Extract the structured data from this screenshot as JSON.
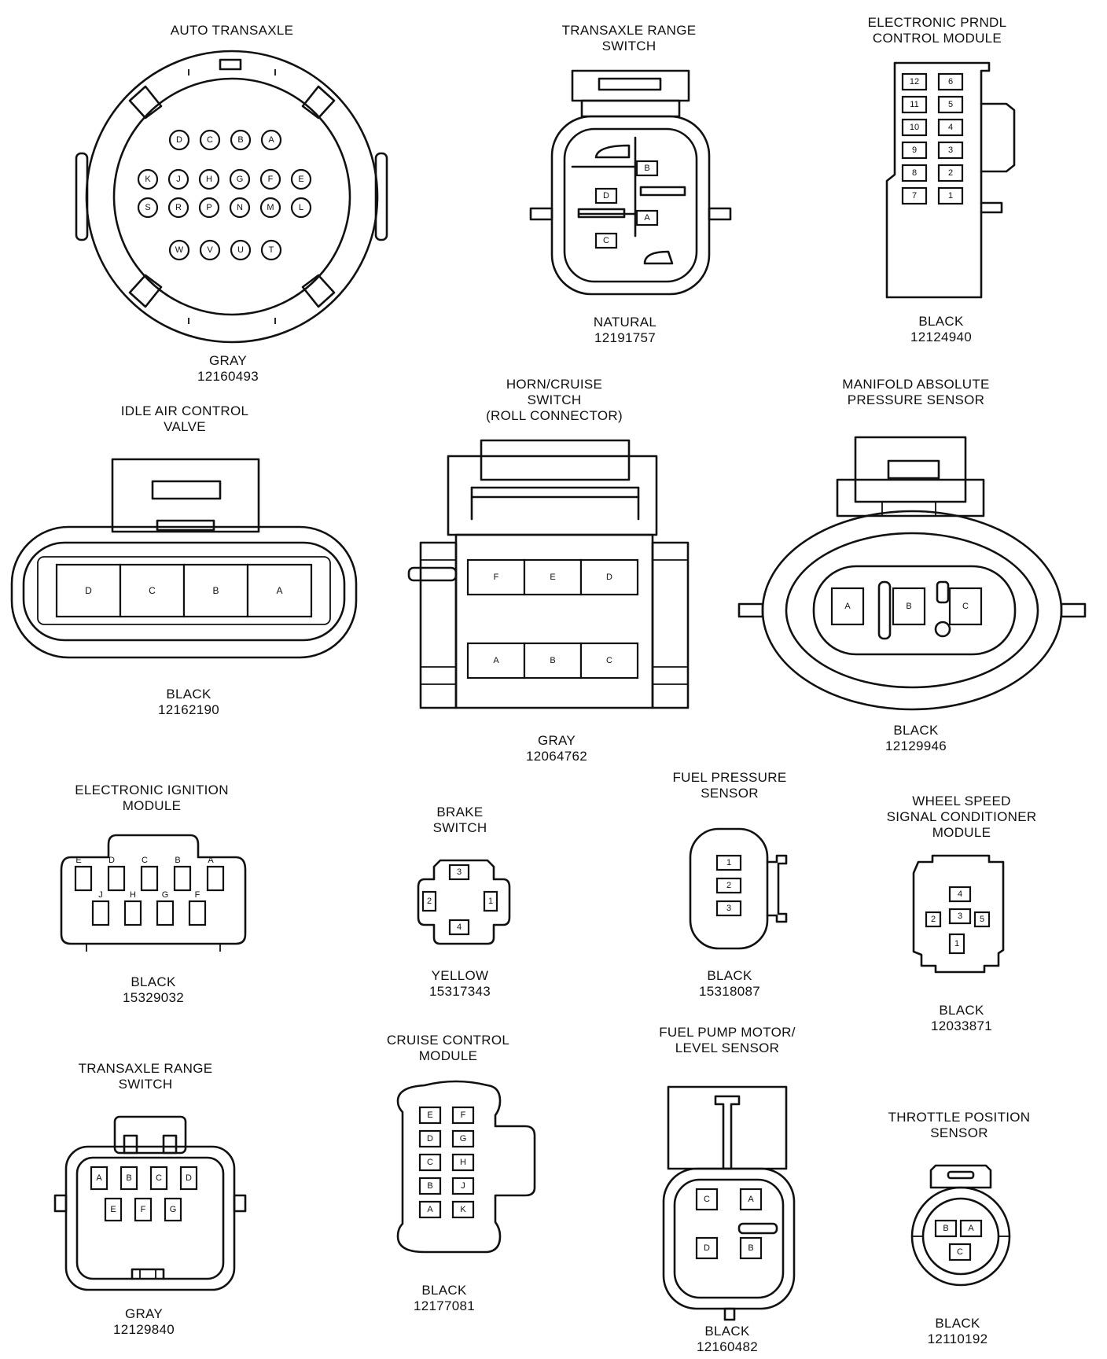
{
  "connectors": {
    "auto_transaxle": {
      "title": [
        "AUTO TRANSAXLE"
      ],
      "color": "GRAY",
      "part": "12160493",
      "pins": [
        [
          "D",
          "C",
          "B",
          "A"
        ],
        [
          "K",
          "J",
          "H",
          "G",
          "F",
          "E"
        ],
        [
          "S",
          "R",
          "P",
          "N",
          "M",
          "L"
        ],
        [
          "W",
          "V",
          "U",
          "T"
        ]
      ]
    },
    "transaxle_range_switch_top": {
      "title": [
        "TRANSAXLE RANGE",
        "SWITCH"
      ],
      "color": "NATURAL",
      "part": "12191757",
      "pins": [
        "B",
        "D",
        "A",
        "C"
      ]
    },
    "prndl_module": {
      "title": [
        "ELECTRONIC PRNDL",
        "CONTROL MODULE"
      ],
      "color": "BLACK",
      "part": "12124940",
      "pins": [
        [
          "12",
          "6"
        ],
        [
          "11",
          "5"
        ],
        [
          "10",
          "4"
        ],
        [
          "9",
          "3"
        ],
        [
          "8",
          "2"
        ],
        [
          "7",
          "1"
        ]
      ]
    },
    "idle_air_control": {
      "title": [
        "IDLE AIR CONTROL",
        "VALVE"
      ],
      "color": "BLACK",
      "part": "12162190",
      "pins": [
        "D",
        "C",
        "B",
        "A"
      ]
    },
    "horn_cruise_switch": {
      "title": [
        "HORN/CRUISE",
        "SWITCH",
        "(ROLL CONNECTOR)"
      ],
      "color": "GRAY",
      "part": "12064762",
      "pins": [
        [
          "F",
          "E",
          "D"
        ],
        [
          "A",
          "B",
          "C"
        ]
      ]
    },
    "map_sensor": {
      "title": [
        "MANIFOLD ABSOLUTE",
        "PRESSURE SENSOR"
      ],
      "color": "BLACK",
      "part": "12129946",
      "pins": [
        "A",
        "B",
        "C"
      ]
    },
    "ignition_module": {
      "title": [
        "ELECTRONIC IGNITION",
        "MODULE"
      ],
      "color": "BLACK",
      "part": "15329032",
      "pins": [
        [
          "E",
          "D",
          "C",
          "B",
          "A"
        ],
        [
          "J",
          "H",
          "G",
          "F"
        ]
      ]
    },
    "brake_switch": {
      "title": [
        "BRAKE",
        "SWITCH"
      ],
      "color": "YELLOW",
      "part": "15317343",
      "pins": [
        "3",
        "2",
        "1",
        "4"
      ]
    },
    "fuel_pressure_sensor": {
      "title": [
        "FUEL PRESSURE",
        "SENSOR"
      ],
      "color": "BLACK",
      "part": "15318087",
      "pins": [
        "1",
        "2",
        "3"
      ]
    },
    "wheel_speed_module": {
      "title": [
        "WHEEL SPEED",
        "SIGNAL CONDITIONER",
        "MODULE"
      ],
      "color": "BLACK",
      "part": "12033871",
      "pins": [
        "4",
        "2",
        "3",
        "5",
        "1"
      ]
    },
    "transaxle_range_switch_bottom": {
      "title": [
        "TRANSAXLE RANGE",
        "SWITCH"
      ],
      "color": "GRAY",
      "part": "12129840",
      "pins": [
        [
          "A",
          "B",
          "C",
          "D"
        ],
        [
          "E",
          "F",
          "G"
        ]
      ]
    },
    "cruise_control_module": {
      "title": [
        "CRUISE CONTROL",
        "MODULE"
      ],
      "color": "BLACK",
      "part": "12177081",
      "pins": [
        [
          "E",
          "F"
        ],
        [
          "D",
          "G"
        ],
        [
          "C",
          "H"
        ],
        [
          "B",
          "J"
        ],
        [
          "A",
          "K"
        ]
      ]
    },
    "fuel_pump_sensor": {
      "title": [
        "FUEL PUMP MOTOR/",
        "LEVEL SENSOR"
      ],
      "color": "BLACK",
      "part": "12160482",
      "pins": [
        [
          "C",
          "A"
        ],
        [
          "D",
          "B"
        ]
      ]
    },
    "throttle_position_sensor": {
      "title": [
        "THROTTLE POSITION",
        "SENSOR"
      ],
      "color": "BLACK",
      "part": "12110192",
      "pins": [
        "B",
        "A",
        "C"
      ]
    }
  }
}
